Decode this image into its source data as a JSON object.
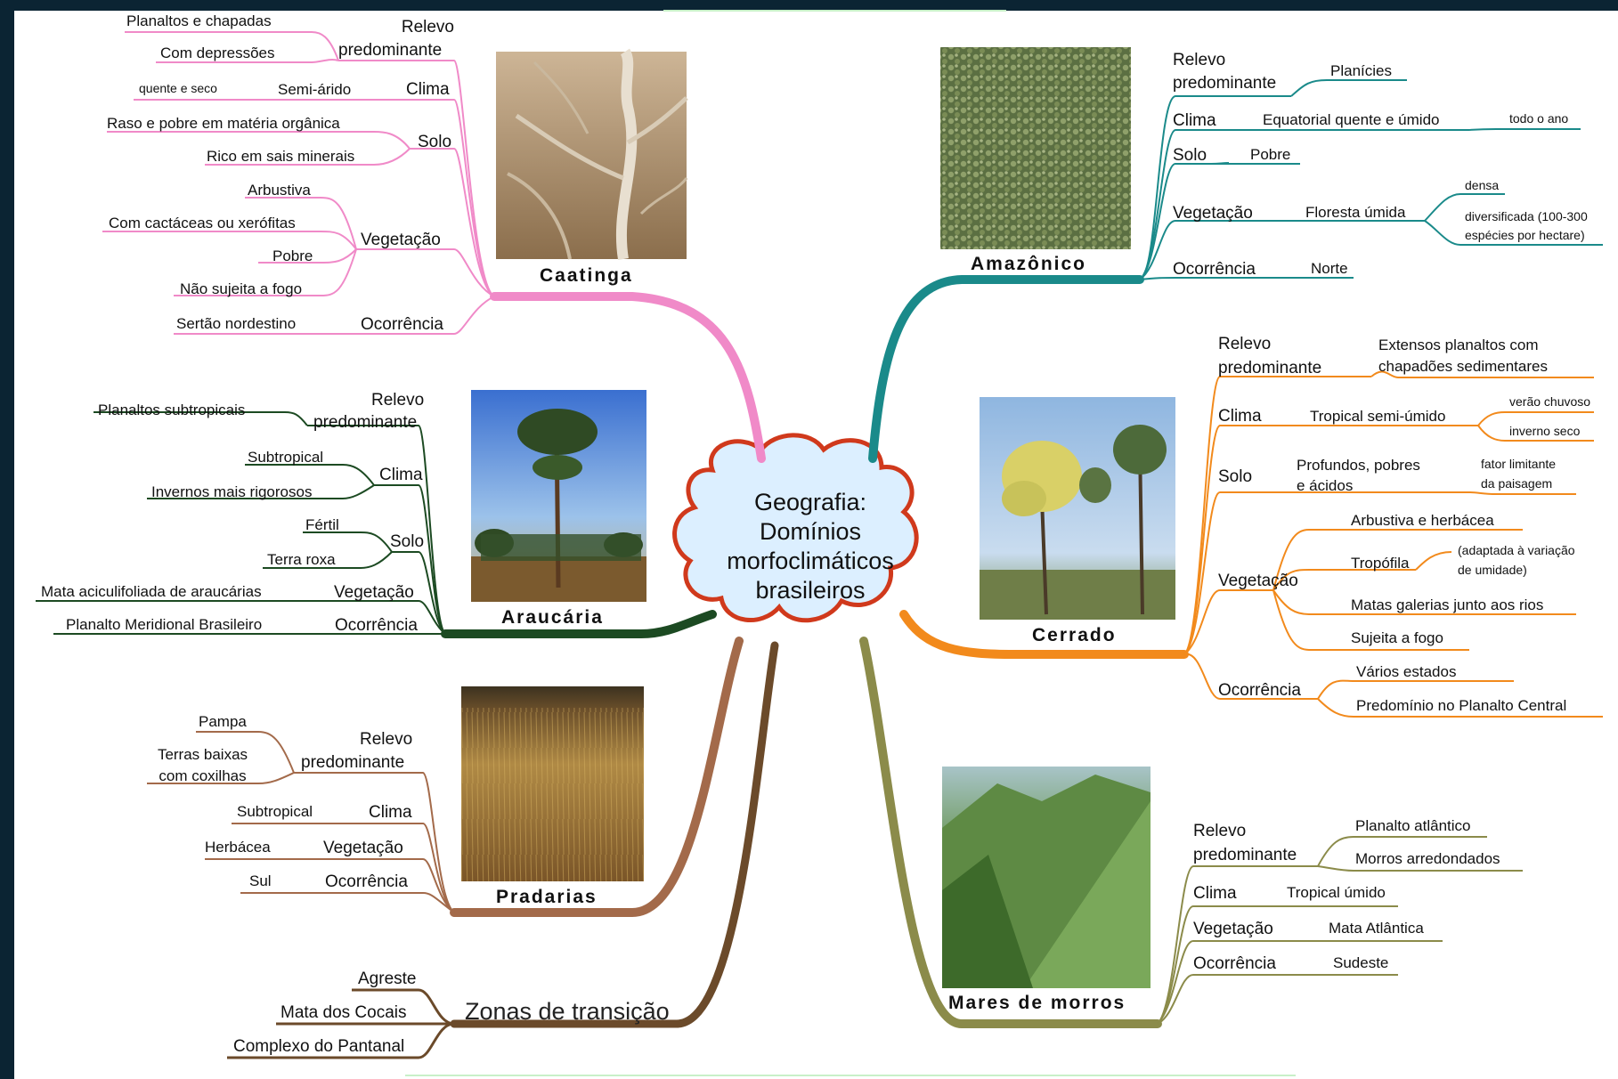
{
  "center": {
    "l1": "Geografia:",
    "l2": "Domínios",
    "l3": "morfoclimáticos",
    "l4": "brasileiros"
  },
  "colors": {
    "caatinga": "#f08ac8",
    "amazonico": "#1a8a8a",
    "araucaria": "#1c4a22",
    "cerrado": "#f28a1c",
    "pradarias": "#a36a4a",
    "mares": "#8b8b4a",
    "zonas": "#6b4a2a",
    "cloud_fill": "#dcefff",
    "cloud_stroke": "#d0391c"
  },
  "caatinga": {
    "title": "Caatinga",
    "relevo": "Relevo",
    "relevo2": "predominante",
    "relevo_a": "Planaltos e chapadas",
    "relevo_b": "Com depressões",
    "clima": "Clima",
    "clima_a": "Semi-árido",
    "clima_a_sub": "quente e seco",
    "solo": "Solo",
    "solo_a": "Raso e pobre em matéria orgânica",
    "solo_b": "Rico em sais minerais",
    "veg": "Vegetação",
    "veg_a": "Arbustiva",
    "veg_b": "Com cactáceas ou xerófitas",
    "veg_c": "Pobre",
    "veg_d": "Não sujeita a fogo",
    "ocor": "Ocorrência",
    "ocor_a": "Sertão nordestino"
  },
  "amazonico": {
    "title": "Amazônico",
    "relevo": "Relevo",
    "relevo2": "predominante",
    "relevo_a": "Planícies",
    "clima": "Clima",
    "clima_a": "Equatorial quente e úmido",
    "clima_a_sub": "todo o ano",
    "solo": "Solo",
    "solo_a": "Pobre",
    "veg": "Vegetação",
    "veg_a": "Floresta úmida",
    "veg_a1": "densa",
    "veg_a2": "diversificada (100-300",
    "veg_a3": "espécies por hectare)",
    "ocor": "Ocorrência",
    "ocor_a": "Norte"
  },
  "araucaria": {
    "title": "Araucária",
    "relevo": "Relevo",
    "relevo2": "predominante",
    "relevo_a": "Planaltos subtropicais",
    "clima": "Clima",
    "clima_a": "Subtropical",
    "clima_b": "Invernos mais rigorosos",
    "solo": "Solo",
    "solo_a": "Fértil",
    "solo_b": "Terra roxa",
    "veg": "Vegetação",
    "veg_a": "Mata aciculifoliada de araucárias",
    "ocor": "Ocorrência",
    "ocor_a": "Planalto Meridional Brasileiro"
  },
  "cerrado": {
    "title": "Cerrado",
    "relevo": "Relevo",
    "relevo2": "predominante",
    "relevo_a": "Extensos planaltos com",
    "relevo_a2": "chapadões sedimentares",
    "clima": "Clima",
    "clima_a": "Tropical semi-úmido",
    "clima_a1": "verão chuvoso",
    "clima_a2": "inverno seco",
    "solo": "Solo",
    "solo_a": "Profundos, pobres",
    "solo_a2": "e ácidos",
    "solo_a_sub1": "fator limitante",
    "solo_a_sub2": "da paisagem",
    "veg": "Vegetação",
    "veg_a": "Arbustiva e herbácea",
    "veg_b": "Tropófila",
    "veg_b_sub1": "(adaptada à variação",
    "veg_b_sub2": "de umidade)",
    "veg_c": "Matas galerias junto aos rios",
    "veg_d": "Sujeita a fogo",
    "ocor": "Ocorrência",
    "ocor_a": "Vários estados",
    "ocor_b": "Predomínio no Planalto Central"
  },
  "pradarias": {
    "title": "Pradarias",
    "relevo": "Relevo",
    "relevo2": "predominante",
    "relevo_a": "Pampa",
    "relevo_b": "Terras baixas",
    "relevo_b2": "com coxilhas",
    "clima": "Clima",
    "clima_a": "Subtropical",
    "veg": "Vegetação",
    "veg_a": "Herbácea",
    "ocor": "Ocorrência",
    "ocor_a": "Sul"
  },
  "mares": {
    "title": "Mares de morros",
    "relevo": "Relevo",
    "relevo2": "predominante",
    "relevo_a": "Planalto atlântico",
    "relevo_b": "Morros arredondados",
    "clima": "Clima",
    "clima_a": "Tropical úmido",
    "veg": "Vegetação",
    "veg_a": "Mata Atlântica",
    "ocor": "Ocorrência",
    "ocor_a": "Sudeste"
  },
  "zonas": {
    "title": "Zonas de transição",
    "a": "Agreste",
    "b": "Mata dos Cocais",
    "c": "Complexo do Pantanal"
  },
  "photos": {
    "caatinga": "dry-thorn-scrub-photo",
    "amazonico": "rainforest-canopy-photo",
    "araucaria": "araucaria-pine-photo",
    "cerrado": "savanna-tree-photo",
    "pradarias": "grassland-photo",
    "mares": "green-mountain-hills-photo"
  }
}
